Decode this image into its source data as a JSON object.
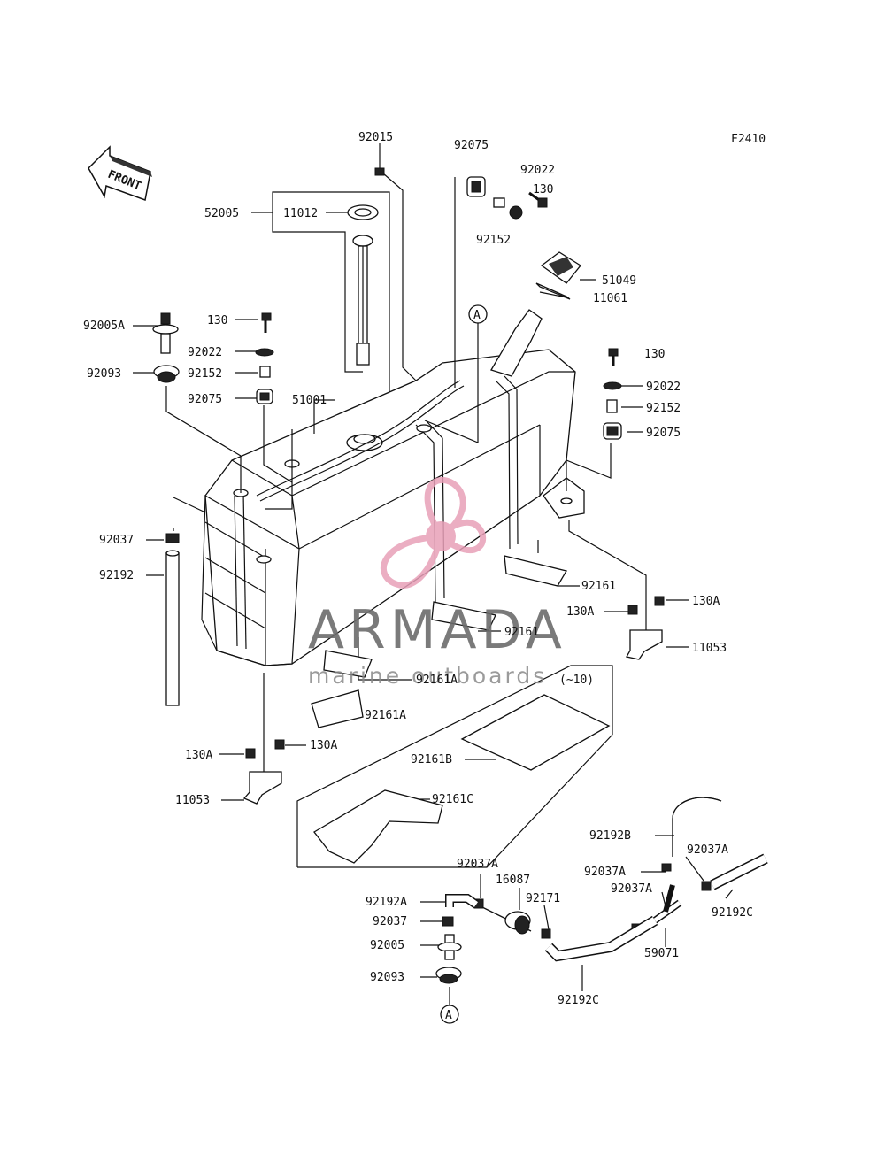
{
  "diagram": {
    "figure_code": "F2410",
    "front_label": "FRONT",
    "qty_note": "(~10)",
    "ref_marker": "A"
  },
  "watermark": {
    "brand": "ARMADA",
    "tagline": "marine outboards",
    "color_text": "#6b6b6b",
    "color_logo": "#e8a0b8"
  },
  "part_labels": [
    {
      "id": "l01",
      "text": "92015"
    },
    {
      "id": "l02",
      "text": "92075"
    },
    {
      "id": "l03",
      "text": "92022"
    },
    {
      "id": "l04",
      "text": "130"
    },
    {
      "id": "l05",
      "text": "92152"
    },
    {
      "id": "l06",
      "text": "52005"
    },
    {
      "id": "l07",
      "text": "11012"
    },
    {
      "id": "l08",
      "text": "51049"
    },
    {
      "id": "l09",
      "text": "11061"
    },
    {
      "id": "l10",
      "text": "92005A"
    },
    {
      "id": "l11",
      "text": "130"
    },
    {
      "id": "l12",
      "text": "92022"
    },
    {
      "id": "l13",
      "text": "92093"
    },
    {
      "id": "l14",
      "text": "92152"
    },
    {
      "id": "l15",
      "text": "92075"
    },
    {
      "id": "l16",
      "text": "51001"
    },
    {
      "id": "l17",
      "text": "130"
    },
    {
      "id": "l18",
      "text": "92022"
    },
    {
      "id": "l19",
      "text": "92152"
    },
    {
      "id": "l20",
      "text": "92075"
    },
    {
      "id": "l21",
      "text": "92037"
    },
    {
      "id": "l22",
      "text": "92192"
    },
    {
      "id": "l23",
      "text": "92161"
    },
    {
      "id": "l24",
      "text": "130A"
    },
    {
      "id": "l25",
      "text": "130A"
    },
    {
      "id": "l26",
      "text": "11053"
    },
    {
      "id": "l27",
      "text": "92161"
    },
    {
      "id": "l28",
      "text": "92161A"
    },
    {
      "id": "l29",
      "text": "92161A"
    },
    {
      "id": "l30",
      "text": "130A"
    },
    {
      "id": "l31",
      "text": "130A"
    },
    {
      "id": "l32",
      "text": "92161B"
    },
    {
      "id": "l33",
      "text": "11053"
    },
    {
      "id": "l34",
      "text": "92161C"
    },
    {
      "id": "l35",
      "text": "92192B"
    },
    {
      "id": "l36",
      "text": "92037A"
    },
    {
      "id": "l37",
      "text": "16087"
    },
    {
      "id": "l38",
      "text": "92037A"
    },
    {
      "id": "l39",
      "text": "92037A"
    },
    {
      "id": "l40",
      "text": "92192A"
    },
    {
      "id": "l41",
      "text": "92171"
    },
    {
      "id": "l42",
      "text": "92037A"
    },
    {
      "id": "l43",
      "text": "92192C"
    },
    {
      "id": "l44",
      "text": "92037"
    },
    {
      "id": "l45",
      "text": "92005"
    },
    {
      "id": "l46",
      "text": "59071"
    },
    {
      "id": "l47",
      "text": "92093"
    },
    {
      "id": "l48",
      "text": "92192C"
    }
  ]
}
